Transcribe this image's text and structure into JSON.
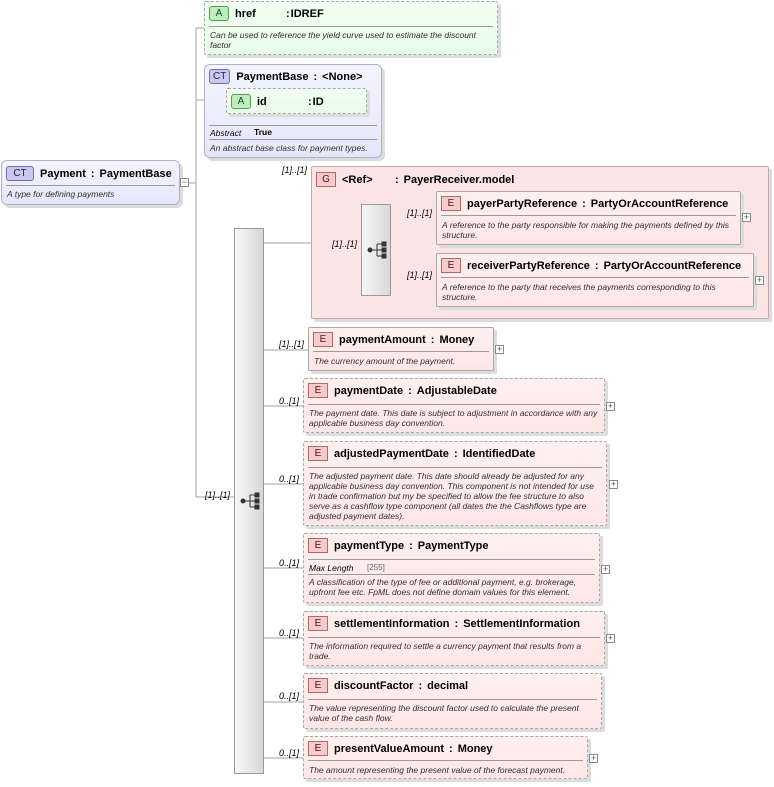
{
  "ct_payment": {
    "badge": "CT",
    "name": "Payment",
    "type": "PaymentBase",
    "desc": "A type for defining payments"
  },
  "attr_href": {
    "badge": "A",
    "name": "href",
    "type": "IDREF",
    "desc": "Can be used to reference the yield curve used to estimate the discount factor"
  },
  "ct_paymentbase": {
    "badge": "CT",
    "name": "PaymentBase",
    "type": "<None>",
    "desc": "An abstract base class for payment types.",
    "abstract_label": "Abstract",
    "abstract_value": "True",
    "attr_id": {
      "badge": "A",
      "name": "id",
      "type": "ID"
    }
  },
  "group_ref": {
    "badge": "G",
    "name": "<Ref>",
    "type": "PayerReceiver.model",
    "card": "[1]..[1]",
    "seq_card": "[1]..[1]",
    "elements": [
      {
        "badge": "E",
        "name": "payerPartyReference",
        "type": "PartyOrAccountReference",
        "card": "[1]..[1]",
        "desc": "A reference to the party responsible for making the payments defined by this structure."
      },
      {
        "badge": "E",
        "name": "receiverPartyReference",
        "type": "PartyOrAccountReference",
        "card": "[1]..[1]",
        "desc": "A reference to the party that receives the payments corresponding to this structure."
      }
    ]
  },
  "main_seq_card": "[1]..[1]",
  "elements": [
    {
      "badge": "E",
      "name": "paymentAmount",
      "type": "Money",
      "card": "[1]..[1]",
      "desc": "The currency amount of the payment."
    },
    {
      "badge": "E",
      "name": "paymentDate",
      "type": "AdjustableDate",
      "card": "0..[1]",
      "desc": "The payment date. This date is subject to adjustment in accordance with any applicable business day convention."
    },
    {
      "badge": "E",
      "name": "adjustedPaymentDate",
      "type": "IdentifiedDate",
      "card": "0..[1]",
      "desc": "The adjusted payment date. This date should already be adjusted for any applicable business day convention. This component is not intended for use in trade confirmation but my be specified to allow the fee structure to also serve as a cashflow type component (all dates the the Cashflows type are adjusted payment dates)."
    },
    {
      "badge": "E",
      "name": "paymentType",
      "type": "PaymentType",
      "card": "0..[1]",
      "facet_label": "Max Length",
      "facet_value": "[255]",
      "desc": "A classification of the type of fee or additional payment, e.g. brokerage, upfront fee etc. FpML does not define domain values for this element."
    },
    {
      "badge": "E",
      "name": "settlementInformation",
      "type": "SettlementInformation",
      "card": "0..[1]",
      "desc": "The information required to settle a currency payment that results from a trade."
    },
    {
      "badge": "E",
      "name": "discountFactor",
      "type": "decimal",
      "card": "0..[1]",
      "desc": "The value representing the discount factor used to calculate the present value of the cash flow."
    },
    {
      "badge": "E",
      "name": "presentValueAmount",
      "type": "Money",
      "card": "0..[1]",
      "desc": "The amount representing the present value of the forecast payment."
    }
  ],
  "colors": {
    "element_fill": "#ffe6e6",
    "attribute_fill": "#e8fbe8",
    "complex_type_fill": "#e6e6fa",
    "group_fill": "#fbe4e4"
  }
}
